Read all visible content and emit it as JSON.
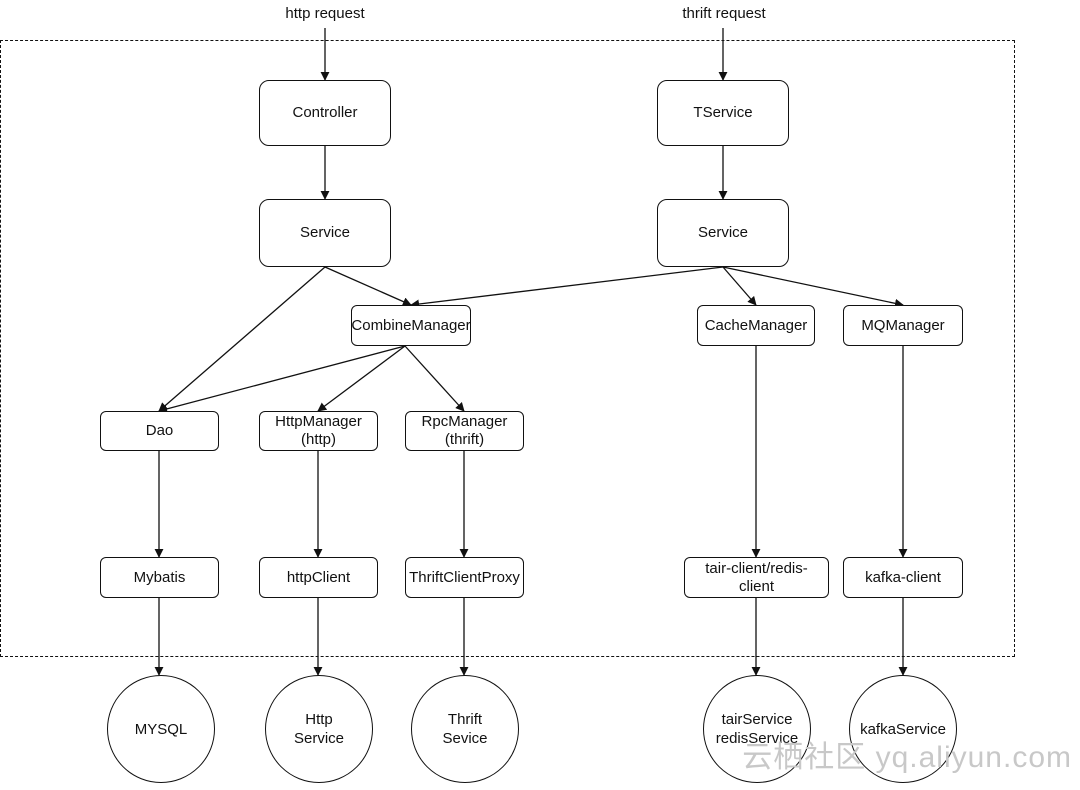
{
  "inputs": {
    "http": "http request",
    "thrift": "thrift request"
  },
  "nodes": {
    "controller": "Controller",
    "service_left": "Service",
    "tservice": "TService",
    "service_right": "Service",
    "combine_manager": "CombineManager",
    "cache_manager": "CacheManager",
    "mq_manager": "MQManager",
    "dao": "Dao",
    "http_manager": "HttpManager\n(http)",
    "rpc_manager": "RpcManager\n(thrift)",
    "mybatis": "Mybatis",
    "http_client": "httpClient",
    "thrift_client_proxy": "ThriftClientProxy",
    "tair_redis_client": "tair-client/redis-\nclient",
    "kafka_client": "kafka-client"
  },
  "external": {
    "mysql": "MYSQL",
    "http_service": "Http\nService",
    "thrift_service": "Thrift\nSevice",
    "tair_redis_service": "tairService\nredisService",
    "kafka_service": "kafkaService"
  },
  "watermark": "云栖社区 yq.aliyun.com"
}
